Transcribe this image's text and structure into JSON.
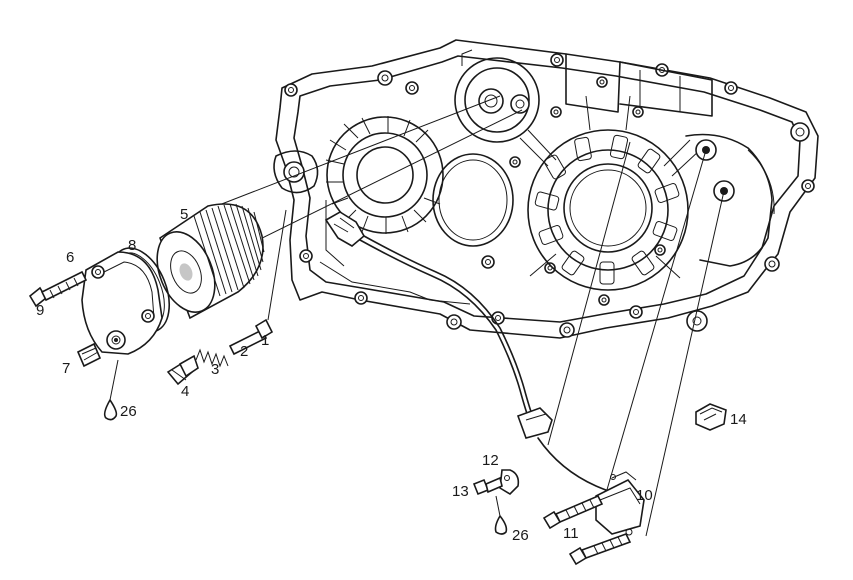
{
  "diagram": {
    "callouts": {
      "c1": "1",
      "c2": "2",
      "c3": "3",
      "c4": "4",
      "c5": "5",
      "c6": "6",
      "c7": "7",
      "c8": "8",
      "c9": "9",
      "c10": "10",
      "c11": "11",
      "c12": "12",
      "c13": "13",
      "c14": "14",
      "c26a": "26",
      "c26b": "26"
    }
  }
}
